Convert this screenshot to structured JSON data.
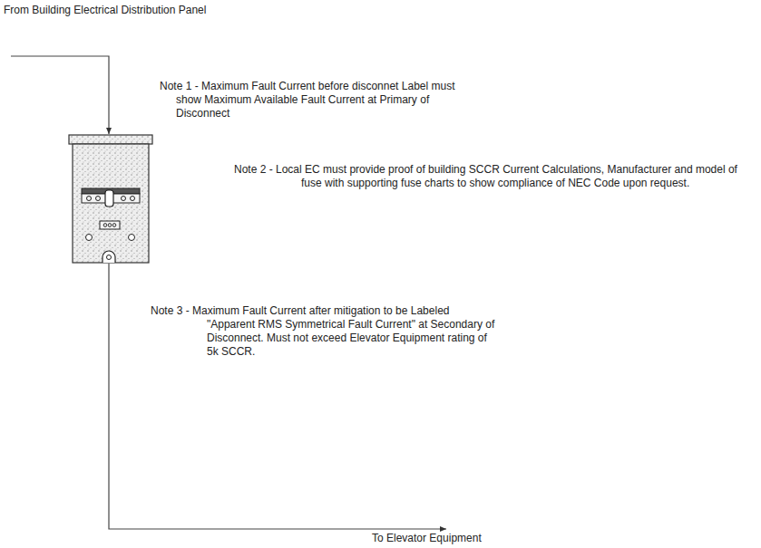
{
  "diagram": {
    "labels": [
      "From Building Electrical Distribution Panel",
      "Note 1 - Maximum Fault Current before disconnet Label must show Maximum Available Fault Current at Primary of Disconnect",
      "Note 2 - Local EC must provide proof of building SCCR Current Calculations, Manufacturer and model of fuse with supporting fuse charts to show compliance of NEC Code upon request.",
      "Note 3 - Maximum Fault Current after mitigation to be Labeled \"Apparent RMS Symmetrical Fault Current\" at Secondary of Disconnect. Must not exceed Elevator Equipment rating of 5k SCCR.",
      "To Elevator Equipment"
    ]
  }
}
